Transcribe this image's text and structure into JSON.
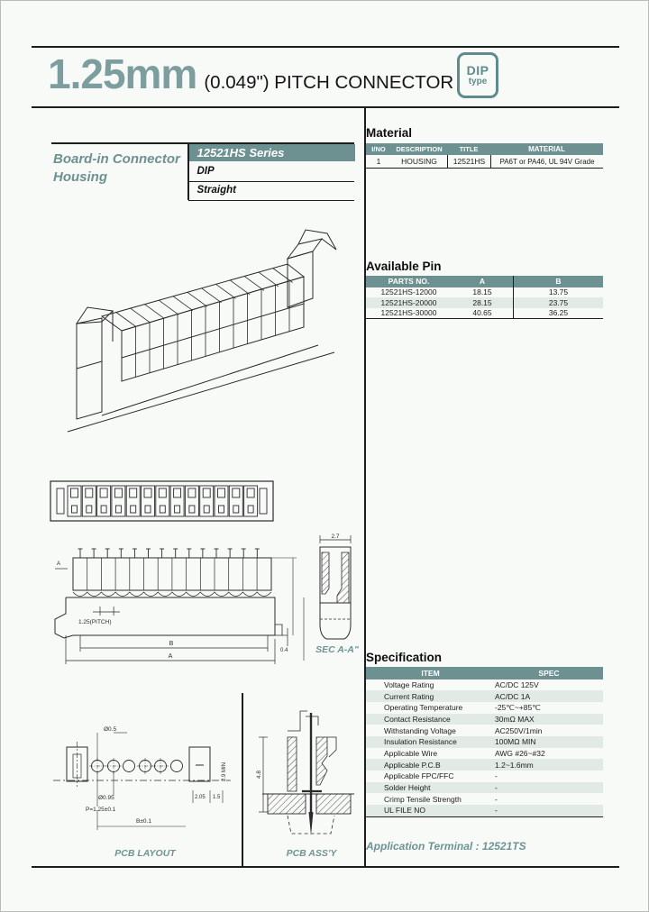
{
  "header": {
    "title": "1.25mm",
    "subtitle": "(0.049\") PITCH CONNECTOR",
    "badge_line1": "DIP",
    "badge_line2": "type"
  },
  "product": {
    "category": "Board-in Connector Housing",
    "series": "12521HS Series",
    "mount": "DIP",
    "orientation": "Straight"
  },
  "material": {
    "heading": "Material",
    "headers": [
      "I/NO",
      "DESCRIPTION",
      "TITLE",
      "MATERIAL"
    ],
    "rows": [
      [
        "1",
        "HOUSING",
        "12521HS",
        "PA6T or PA46, UL 94V Grade"
      ]
    ]
  },
  "available_pin": {
    "heading": "Available Pin",
    "headers": [
      "PARTS NO.",
      "A",
      "B"
    ],
    "rows": [
      [
        "12521HS-12000",
        "18.15",
        "13.75"
      ],
      [
        "12521HS-20000",
        "28.15",
        "23.75"
      ],
      [
        "12521HS-30000",
        "40.65",
        "36.25"
      ]
    ]
  },
  "specification": {
    "heading": "Specification",
    "headers": [
      "ITEM",
      "SPEC"
    ],
    "rows": [
      [
        "Voltage Rating",
        "AC/DC 125V"
      ],
      [
        "Current Rating",
        "AC/DC 1A"
      ],
      [
        "Operating Temperature",
        "-25℃~+85℃"
      ],
      [
        "Contact Resistance",
        "30mΩ MAX"
      ],
      [
        "Withstanding Voltage",
        "AC250V/1min"
      ],
      [
        "Insulation Resistance",
        "100MΩ MIN"
      ],
      [
        "Applicable Wire",
        "AWG #26~#32"
      ],
      [
        "Applicable P.C.B",
        "1.2~1.6mm"
      ],
      [
        "Applicable FPC/FFC",
        "-"
      ],
      [
        "Solder Height",
        "-"
      ],
      [
        "Crimp Tensile Strength",
        "-"
      ],
      [
        "UL FILE NO",
        "-"
      ]
    ]
  },
  "application_terminal": "Application Terminal : 12521TS",
  "drawings": {
    "sec_label": "SEC A-A\"",
    "pcb_layout_label": "PCB LAYOUT",
    "pcb_assy_label": "PCB ASS'Y",
    "section_marker": "A",
    "dims": {
      "pitch": "1.25(PITCH)",
      "dim_a": "A",
      "dim_b": "B",
      "d04": "0.4",
      "d27": "2.7",
      "d48": "4.8",
      "hole1": "Ø0.5",
      "hole2": "Ø0.95",
      "pitch_tol": "P=1.25±0.1",
      "span_tol": "B±0.1",
      "d205": "2.05",
      "d15": "1.5",
      "min_clear": "2.9 MIN"
    }
  },
  "colors": {
    "accent_teal": "#6d9191",
    "title_teal": "#7d9e9e",
    "row_shade": "#e2eae5"
  }
}
